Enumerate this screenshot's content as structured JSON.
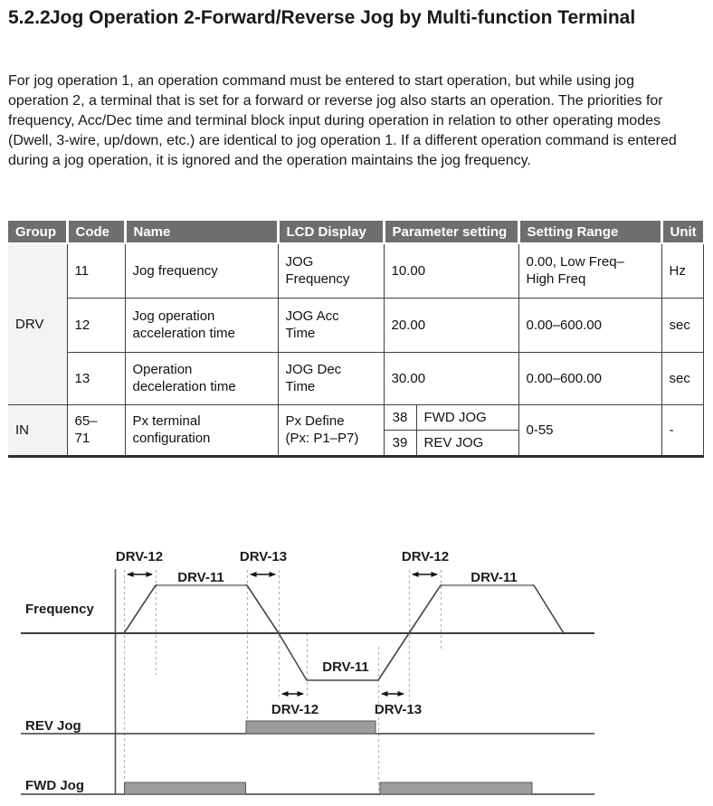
{
  "heading": {
    "number": "5.2.2",
    "title": "Jog Operation 2-Forward/Reverse Jog by Multi-function Terminal"
  },
  "intro": "For jog operation 1, an operation command must be entered to start operation, but while using jog operation 2, a terminal that is set for a forward or reverse jog also starts an operation. The priorities for frequency, Acc/Dec time and terminal block input during operation in relation to other operating modes (Dwell, 3-wire, up/down, etc.) are identical to jog operation 1. If a different operation command is entered during a jog operation, it is ignored and the operation maintains the jog frequency.",
  "table": {
    "col_headers": [
      "Group",
      "Code",
      "Name",
      "LCD Display",
      "Parameter setting",
      "Setting Range",
      "Unit"
    ],
    "rows": [
      {
        "group": "DRV",
        "code": "11",
        "name": "Jog frequency",
        "lcd": "JOG\nFrequency",
        "param": "10.00",
        "range": "0.00, Low Freq–\nHigh Freq",
        "unit": "Hz"
      },
      {
        "code": "12",
        "name": "Jog operation\nacceleration time",
        "lcd": "JOG Acc\nTime",
        "param": "20.00",
        "range": "0.00–600.00",
        "unit": "sec"
      },
      {
        "code": "13",
        "name": "Operation\ndeceleration time",
        "lcd": "JOG Dec\nTime",
        "param": "30.00",
        "range": "0.00–600.00",
        "unit": "sec"
      },
      {
        "group": "IN",
        "code": "65–\n71",
        "name": "Px terminal\nconfiguration",
        "lcd": "Px Define\n(Px: P1–P7)",
        "param_options": [
          {
            "code": "38",
            "value": "FWD JOG"
          },
          {
            "code": "39",
            "value": "REV JOG"
          }
        ],
        "range": "0-55",
        "unit": "-"
      }
    ]
  },
  "diagram": {
    "y_label": "Frequency",
    "rev_label": "REV Jog",
    "fwd_label": "FWD Jog",
    "annotations": {
      "acc_1": "DRV-12",
      "jog_freq_1": "DRV-11",
      "dec_1": "DRV-13",
      "rev_jog_freq": "DRV-11",
      "rev_acc": "DRV-12",
      "rev_dec": "DRV-13",
      "acc_2": "DRV-12",
      "jog_freq_2": "DRV-11"
    }
  },
  "colors": {
    "table_header_bg": "#6e6e6e",
    "table_header_text": "#ffffff",
    "group_cell_bg": "#f3f3f3",
    "table_border_dark": "#2f2f2f",
    "signal_bar": "#9c9c9c",
    "diagram_line": "#3c3c3c",
    "jog_top_line": "#999999",
    "dashed_guide": "#b5b5b5"
  }
}
